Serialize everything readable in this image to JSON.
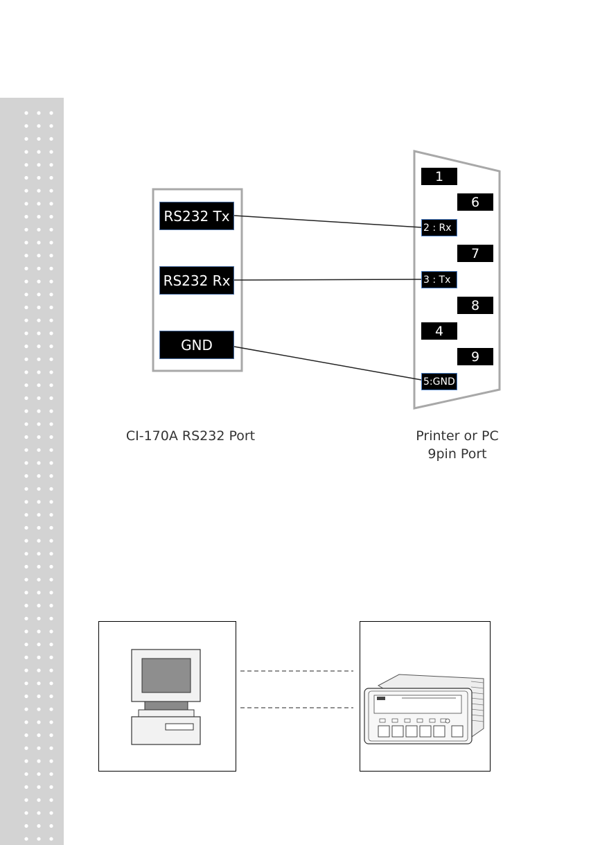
{
  "ci_port": {
    "label_tx": "RS232 Tx",
    "label_rx": "RS232 Rx",
    "label_gnd": "GND",
    "caption": "CI-170A RS232 Port"
  },
  "db9": {
    "pin_1": "1",
    "pin_6": "6",
    "pin_2": "2 : Rx",
    "pin_7": "7",
    "pin_3": "3 : Tx",
    "pin_8": "8",
    "pin_4": "4",
    "pin_9": "9",
    "pin_5": "5:GND",
    "caption_line1": "Printer or PC",
    "caption_line2": "9pin Port"
  },
  "colors": {
    "sidebar": "#d3d3d3",
    "frame_gray": "#a8a8a8",
    "label_bg": "#000000",
    "label_border": "#4a7fc8"
  }
}
